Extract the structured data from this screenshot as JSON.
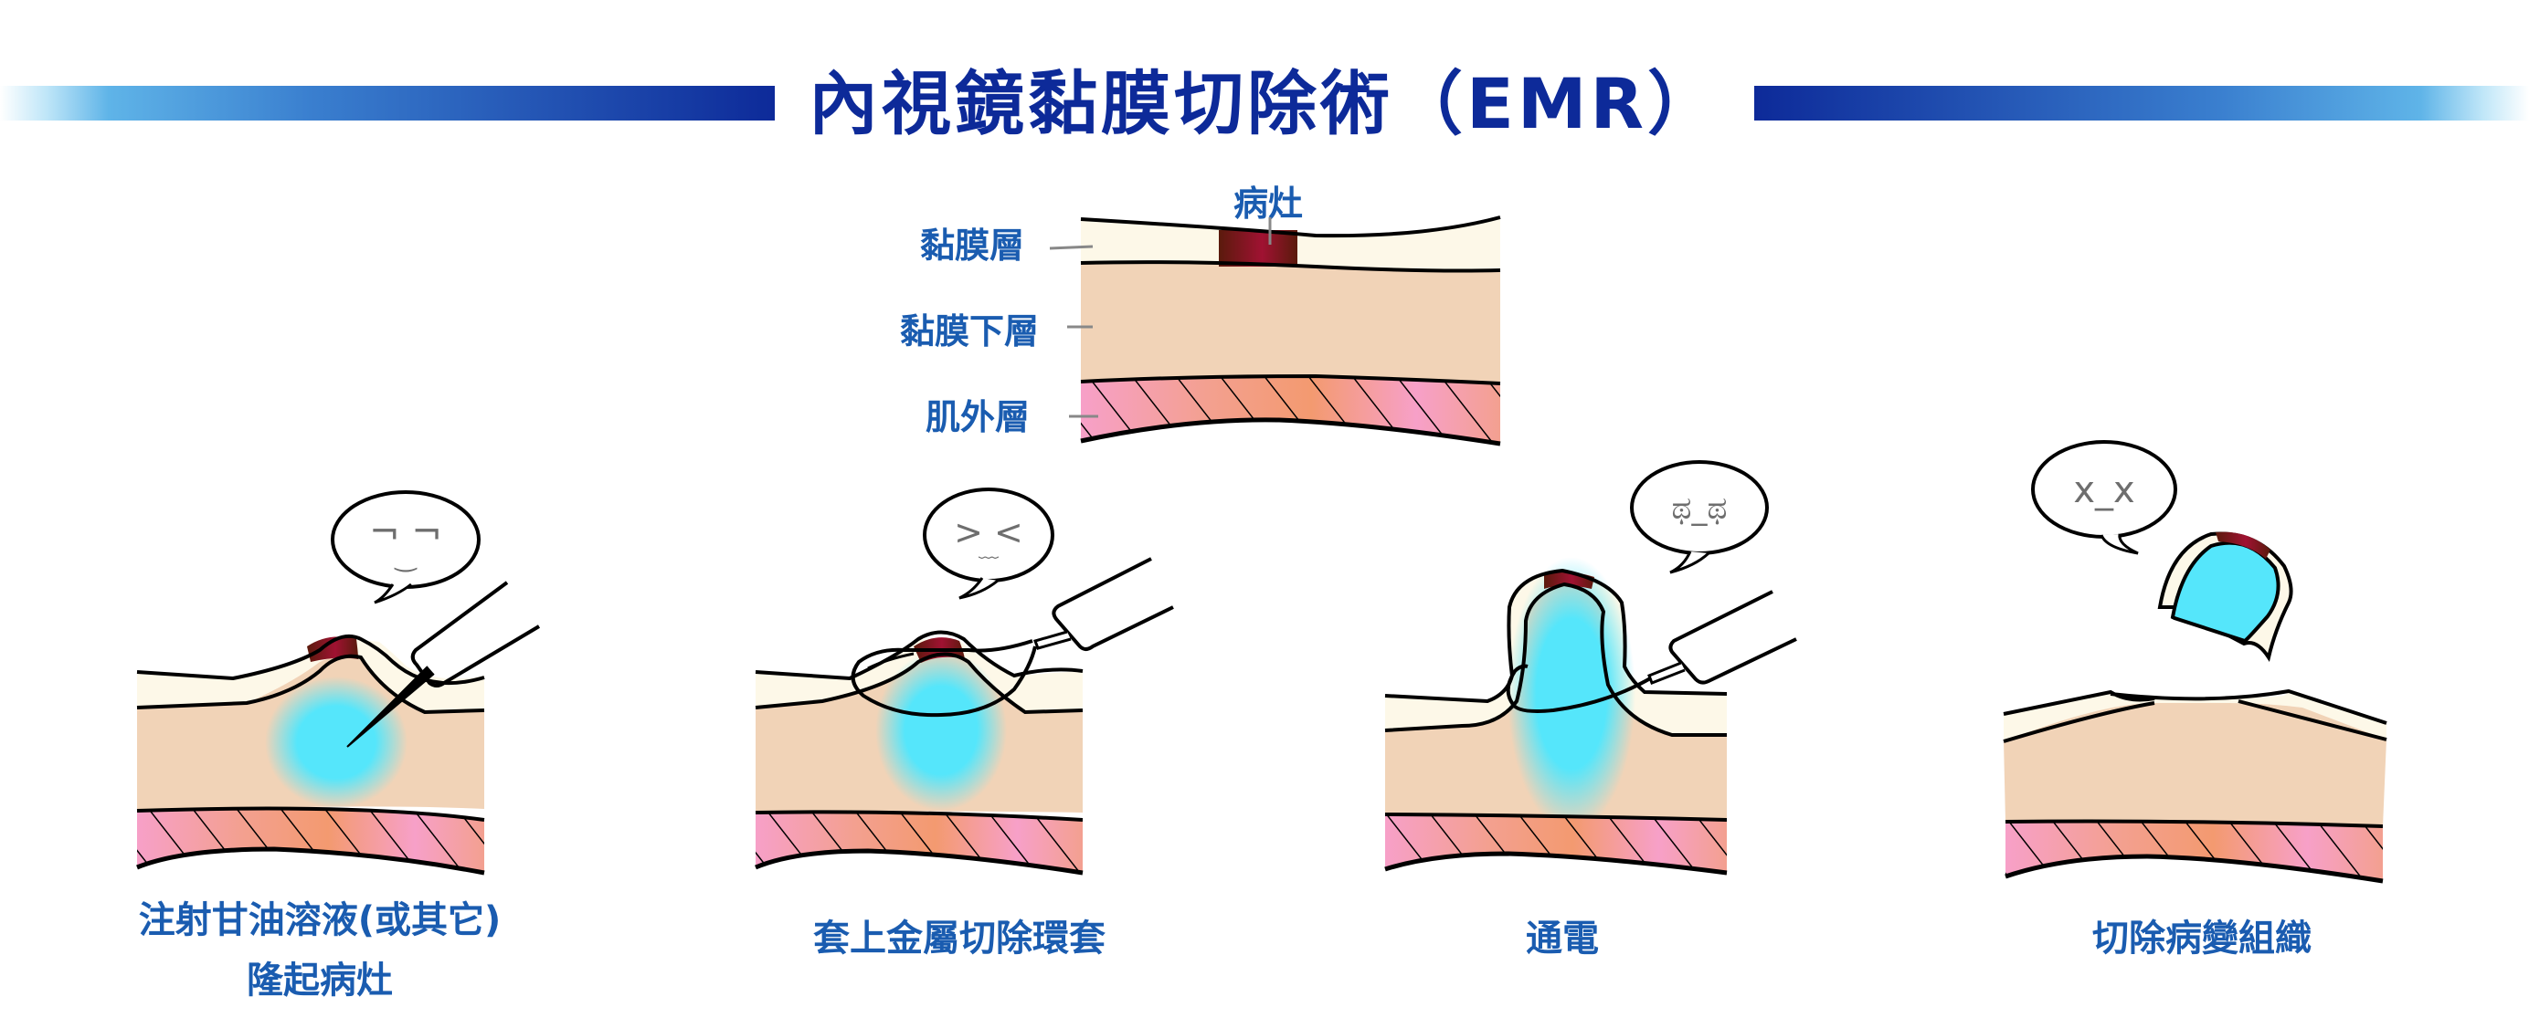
{
  "title": "內視鏡黏膜切除術（EMR）",
  "colors": {
    "title": "#0d2a99",
    "label": "#1a5cb0",
    "mucosa": "#fdf8e8",
    "submucosa": "#f1d3b7",
    "muscle": "#f7a0c8",
    "muscle_accent": "#f39a70",
    "lesion": "#6a1a10",
    "lesion_highlight": "#b0103a",
    "fluid": "#55e6fb",
    "outline": "#000000"
  },
  "anatomy": {
    "lesion_label": "病灶",
    "layers": [
      {
        "label": "黏膜層"
      },
      {
        "label": "黏膜下層"
      },
      {
        "label": "肌外層"
      }
    ]
  },
  "steps": [
    {
      "caption_line1": "注射甘油溶液(或其它)",
      "caption_line2": "隆起病灶",
      "bubble": "¬ ¬",
      "bubble_mouth": "‿"
    },
    {
      "caption_line1": "套上金屬切除環套",
      "caption_line2": "",
      "bubble": "> <",
      "bubble_mouth": "﹏"
    },
    {
      "caption_line1": "通電",
      "caption_line2": "",
      "bubble": "ಥ_ಥ",
      "bubble_mouth": ""
    },
    {
      "caption_line1": "切除病變組織",
      "caption_line2": "",
      "bubble": "x_x",
      "bubble_mouth": ""
    }
  ]
}
